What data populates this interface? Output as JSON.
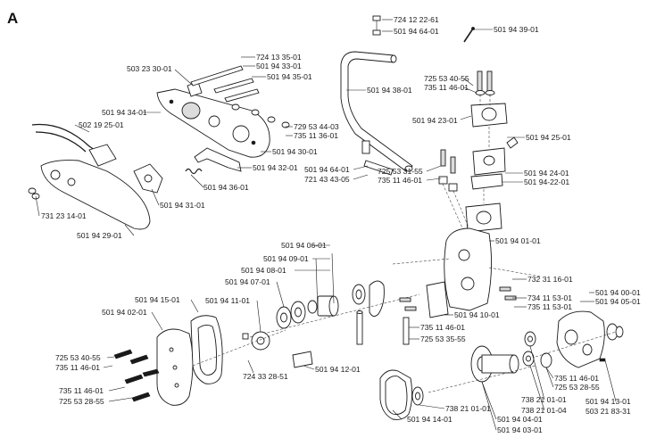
{
  "section_letter": "A",
  "part_numbers": [
    "724 12 22-61",
    "501 94 64-01",
    "501 94 39-01",
    "503 23 30-01",
    "724 13 35-01",
    "501 94 33-01",
    "501 94 35-01",
    "501 94 38-01",
    "725 53 40-55",
    "735 11 46-01",
    "501 94 23-01",
    "501 94 34-01",
    "502 19 25-01",
    "729 53 44-03",
    "735 11 36-01",
    "501 94 25-01",
    "501 94 30-01",
    "501 94 32-01",
    "501 94 64-01",
    "721 43 43-05",
    "725 53 31-55",
    "735 11 46-01",
    "501 94 24-01",
    "501 94-22-01",
    "501 94 36-01",
    "731 23 14-01",
    "501 94 31-01",
    "501 94 29-01",
    "501 94 01-01",
    "501 94 06-01",
    "501 94 09-01",
    "501 94 08-01",
    "732 31 16-01",
    "501 94 07-01",
    "501 94 00-01",
    "501 94 15-01",
    "734 11 53-01",
    "501 94 05-01",
    "501 94 02-01",
    "501 94 11-01",
    "735 11 53-01",
    "501 94 10-01",
    "735 11 46-01",
    "725 53 35-55",
    "725 53 40-55",
    "735 11 46-01",
    "724 33 28-51",
    "501 94 12-01",
    "735 11 46-01",
    "725 53 28-55",
    "735 11 46-01",
    "725 53 28-55",
    "738 21 01-01",
    "738 21 01-04",
    "501 94 13-01",
    "503 21 83-31",
    "501 94 14-01",
    "738 21 01-01",
    "501 94 04-01",
    "501 94 03-01"
  ]
}
